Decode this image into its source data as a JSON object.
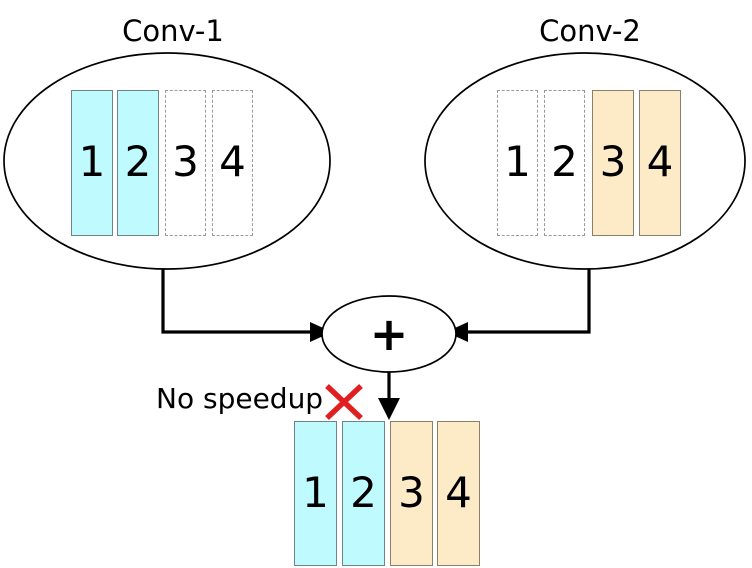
{
  "diagram": {
    "title_conv1": "Conv-1",
    "title_conv2": "Conv-2",
    "merge_symbol": "+",
    "annotation": "No speedup",
    "annotation_marker": "red-x-icon",
    "colors": {
      "active_cyan": "#BFFBFE",
      "active_tan": "#FDEBC8",
      "inactive_outline": "#9A9A9A",
      "marker_red": "#E02020",
      "line_black": "#000000"
    },
    "groups": [
      {
        "name": "Conv-1",
        "channels": [
          {
            "label": "1",
            "state": "active",
            "color": "cyan"
          },
          {
            "label": "2",
            "state": "active",
            "color": "cyan"
          },
          {
            "label": "3",
            "state": "pruned",
            "color": "none"
          },
          {
            "label": "4",
            "state": "pruned",
            "color": "none"
          }
        ]
      },
      {
        "name": "Conv-2",
        "channels": [
          {
            "label": "1",
            "state": "pruned",
            "color": "none"
          },
          {
            "label": "2",
            "state": "pruned",
            "color": "none"
          },
          {
            "label": "3",
            "state": "active",
            "color": "tan"
          },
          {
            "label": "4",
            "state": "active",
            "color": "tan"
          }
        ]
      }
    ],
    "result": {
      "channels": [
        {
          "label": "1",
          "state": "active",
          "color": "cyan"
        },
        {
          "label": "2",
          "state": "active",
          "color": "cyan"
        },
        {
          "label": "3",
          "state": "active",
          "color": "tan"
        },
        {
          "label": "4",
          "state": "active",
          "color": "tan"
        }
      ]
    }
  }
}
